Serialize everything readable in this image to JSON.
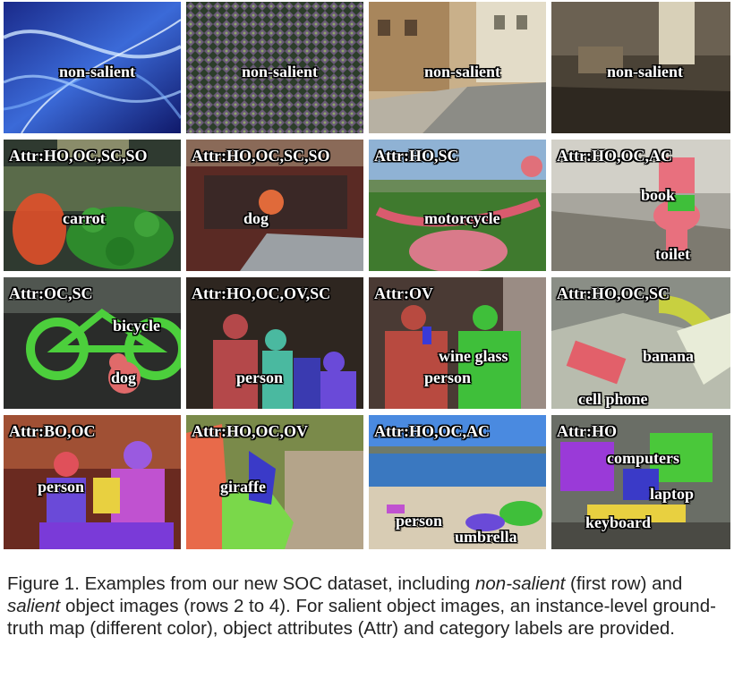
{
  "figure": {
    "rows": [
      [
        {
          "attr": "",
          "labels": [
            "non-salient"
          ]
        },
        {
          "attr": "",
          "labels": [
            "non-salient"
          ]
        },
        {
          "attr": "",
          "labels": [
            "non-salient"
          ]
        },
        {
          "attr": "",
          "labels": [
            "non-salient"
          ]
        }
      ],
      [
        {
          "attr": "Attr:HO,OC,SC,SO",
          "labels": [
            "carrot"
          ]
        },
        {
          "attr": "Attr:HO,OC,SC,SO",
          "labels": [
            "dog"
          ]
        },
        {
          "attr": "Attr:HO,SC",
          "labels": [
            "motorcycle"
          ]
        },
        {
          "attr": "Attr:HO,OC,AC",
          "labels": [
            "book",
            "toilet"
          ]
        }
      ],
      [
        {
          "attr": "Attr:OC,SC",
          "labels": [
            "bicycle",
            "dog"
          ]
        },
        {
          "attr": "Attr:HO,OC,OV,SC",
          "labels": [
            "person"
          ]
        },
        {
          "attr": "Attr:OV",
          "labels": [
            "wine glass",
            "person"
          ]
        },
        {
          "attr": "Attr:HO,OC,SC",
          "labels": [
            "banana",
            "cell phone"
          ]
        }
      ],
      [
        {
          "attr": "Attr:BO,OC",
          "labels": [
            "person"
          ]
        },
        {
          "attr": "Attr:HO,OC,OV",
          "labels": [
            "giraffe"
          ]
        },
        {
          "attr": "Attr:HO,OC,AC",
          "labels": [
            "person",
            "umbrella"
          ]
        },
        {
          "attr": "Attr:HO",
          "labels": [
            "computers",
            "laptop",
            "keyboard"
          ]
        }
      ]
    ]
  },
  "caption": {
    "part1": "Figure 1. Examples from our new SOC dataset, including ",
    "em1": "non-salient",
    "part2": " (first row) and ",
    "em2": "salient",
    "part3": " object images (rows 2 to 4). For salient object images, an instance-level ground-truth map (different color), object attributes (Attr) and category labels are provided."
  }
}
